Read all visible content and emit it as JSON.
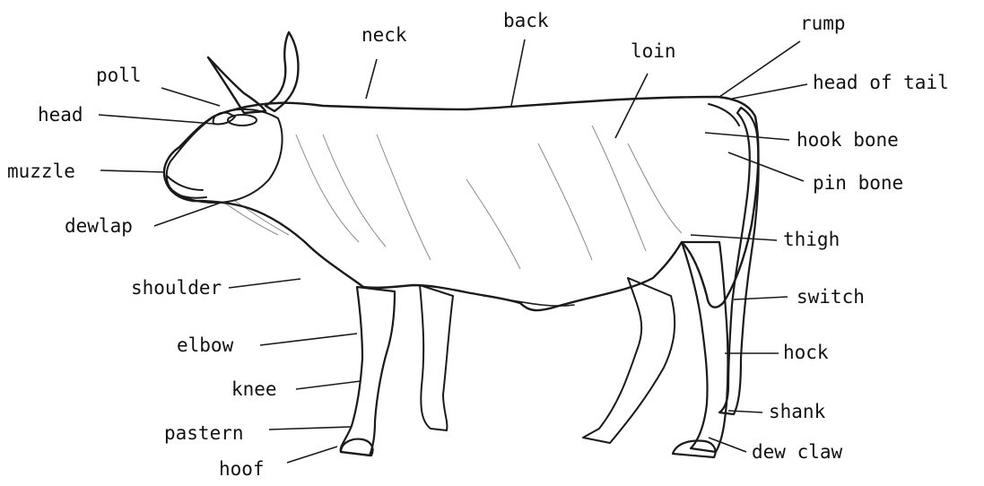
{
  "diagram": {
    "labels": {
      "poll": "poll",
      "head": "head",
      "muzzle": "muzzle",
      "dewlap": "dewlap",
      "shoulder": "shoulder",
      "elbow": "elbow",
      "knee": "knee",
      "pastern": "pastern",
      "hoof": "hoof",
      "neck": "neck",
      "back": "back",
      "loin": "loin",
      "rump": "rump",
      "head_of_tail": "head of tail",
      "hook_bone": "hook bone",
      "pin_bone": "pin bone",
      "thigh": "thigh",
      "switch": "switch",
      "hock": "hock",
      "shank": "shank",
      "dew_claw": "dew claw"
    },
    "ink_color": "#1a1a1a",
    "background_color": "#ffffff"
  }
}
